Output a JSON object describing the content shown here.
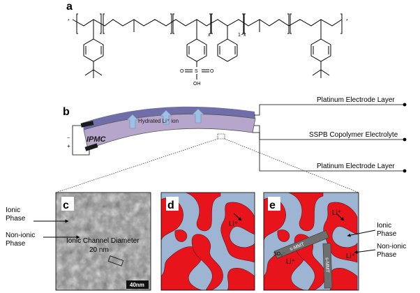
{
  "panels": {
    "a": "a",
    "b": "b",
    "c": "c",
    "d": "d",
    "e": "e"
  },
  "structure": {
    "end_mark_left": "*",
    "end_mark_right": "*",
    "subscript_x": "x",
    "subscript_1x": "1−x",
    "sulfonic_s": "S",
    "sulfonic_o_left": "O",
    "sulfonic_o_right": "O",
    "sulfonic_oh": "OH"
  },
  "ipmc": {
    "name": "IPMC",
    "hydrated_ion": "Hydrated Li⁺ ion",
    "plus": "+",
    "minus": "−",
    "lines": [
      "Platinum Electrode Layer",
      "SSPB Copolymer Electrolyte",
      "Platinum Electrode Layer"
    ]
  },
  "tem": {
    "label_ionic": [
      "Ionic",
      "Phase"
    ],
    "label_nonionic": [
      "Non-ionic",
      "Phase"
    ],
    "channel": [
      "Ionic Channel Diameter",
      "20 nm"
    ],
    "scalebar": "40nm"
  },
  "schematic_d": {
    "ion": "Li⁺"
  },
  "schematic_e": {
    "ion1": "Li⁺",
    "ion2": "Li⁺",
    "ion3": "Li⁺",
    "clay1": "s-MMT",
    "clay2": "s-MMT",
    "so3": "SO₃⁻",
    "label_ionic": [
      "Ionic",
      "Phase"
    ],
    "label_nonionic": [
      "Non-ionic",
      "Phase"
    ]
  },
  "colors": {
    "ionic_phase": "#9db4d2",
    "nonionic_phase": "#e8141c",
    "ipmc_fill": "#b7a6cc",
    "electrode": "#1a1a1a",
    "clay": "#6e6e6e"
  }
}
